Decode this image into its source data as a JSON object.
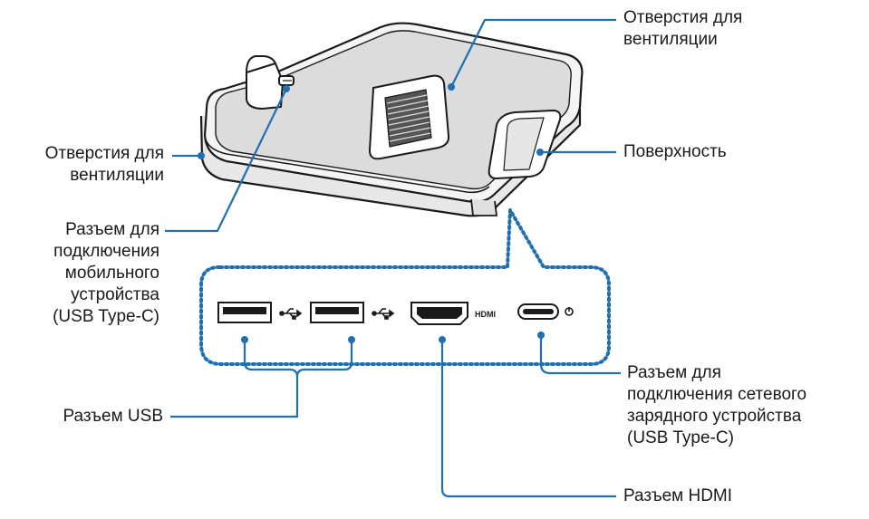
{
  "labels": {
    "vent_top": [
      "Отверстия для",
      "вентиляции"
    ],
    "vent_left": [
      "Отверстия для",
      "вентиляции"
    ],
    "surface": [
      "Поверхность"
    ],
    "mobile_connector": [
      "Разъем для",
      "подключения",
      "мобильного",
      "устройства",
      "(USB Type-C)"
    ],
    "usb_connector": [
      "Разъем USB"
    ],
    "charger_connector": [
      "Разъем для",
      "подключения сетевого",
      "зарядного устройства",
      "(USB Type-C)"
    ],
    "hdmi_connector": [
      "Разъем HDMI"
    ]
  },
  "port_marks": {
    "hdmi_mark": "HDMI"
  },
  "colors": {
    "leader": "#1f6fb2",
    "outline": "#1a1a1a",
    "body_fill": "#f2f2f2",
    "zoom_dots": "#1f6fb2"
  }
}
